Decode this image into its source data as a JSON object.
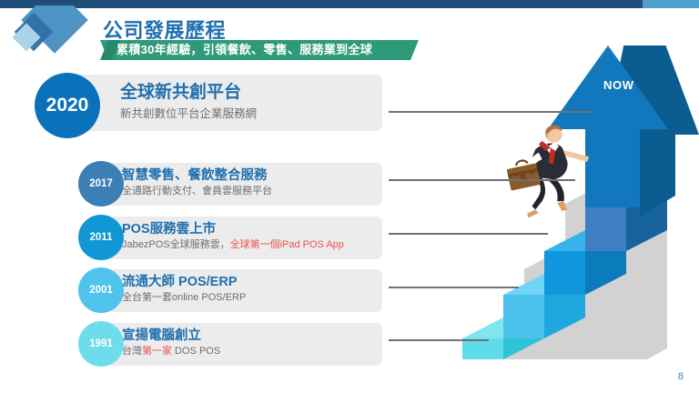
{
  "topbar": {
    "accent_color": "#4E9FCB",
    "bar_color": "#1F4E79"
  },
  "header": {
    "title": "公司發展歷程",
    "ribbon_text": "累積30年經驗，引領餐飲、零售、服務業到全球",
    "ribbon_color": "#2E9A79",
    "title_color": "#1F6FAE",
    "logo_name": "diamond-logo"
  },
  "timeline": {
    "items": [
      {
        "year": "2020",
        "headline": "全球新共創平台",
        "sub": "新共創數位平台企業服務網",
        "sub_plain": "新共創數位平台企業服務網",
        "sub_red": "",
        "sub_tail": "",
        "circle_color": "#0A72BA"
      },
      {
        "year": "2017",
        "headline": "智慧零售、餐飲整合服務",
        "sub": "全通路行動支付、會員雲服務平台",
        "sub_plain": "全通路行動支付、會員雲服務平台",
        "sub_red": "",
        "sub_tail": "",
        "circle_color": "#3B7FB5"
      },
      {
        "year": "2011",
        "headline": "POS服務雲上市",
        "sub": "JabezPOS全球服務雲，全球第一個iPad POS App",
        "sub_plain": "JabezPOS全球服務雲，",
        "sub_red": "全球第一個iPad POS App",
        "sub_tail": "",
        "circle_color": "#1197D6"
      },
      {
        "year": "2001",
        "headline": "流通大師 POS/ERP",
        "sub": "全台第一套online POS/ERP",
        "sub_plain": "全台第一套online POS/ERP",
        "sub_red": "",
        "sub_tail": "",
        "circle_color": "#4FC3EC"
      },
      {
        "year": "1991",
        "headline": "宣揚電腦創立",
        "sub": "台灣第一家 DOS POS",
        "sub_plain": "台灣",
        "sub_red": "第一家",
        "sub_tail": " DOS POS",
        "circle_color": "#6FDCEC"
      }
    ]
  },
  "illustration": {
    "now_label": "NOW",
    "arrow_color": "#1278BE",
    "arrow_shade": "#0B5C91",
    "step_colors": [
      "#5FDCEA",
      "#4BC3ED",
      "#1197DE",
      "#1F83C9",
      "#3D7FC1"
    ],
    "businessman": "businessman-climbing-icon"
  },
  "footer": {
    "page_number": "8"
  }
}
